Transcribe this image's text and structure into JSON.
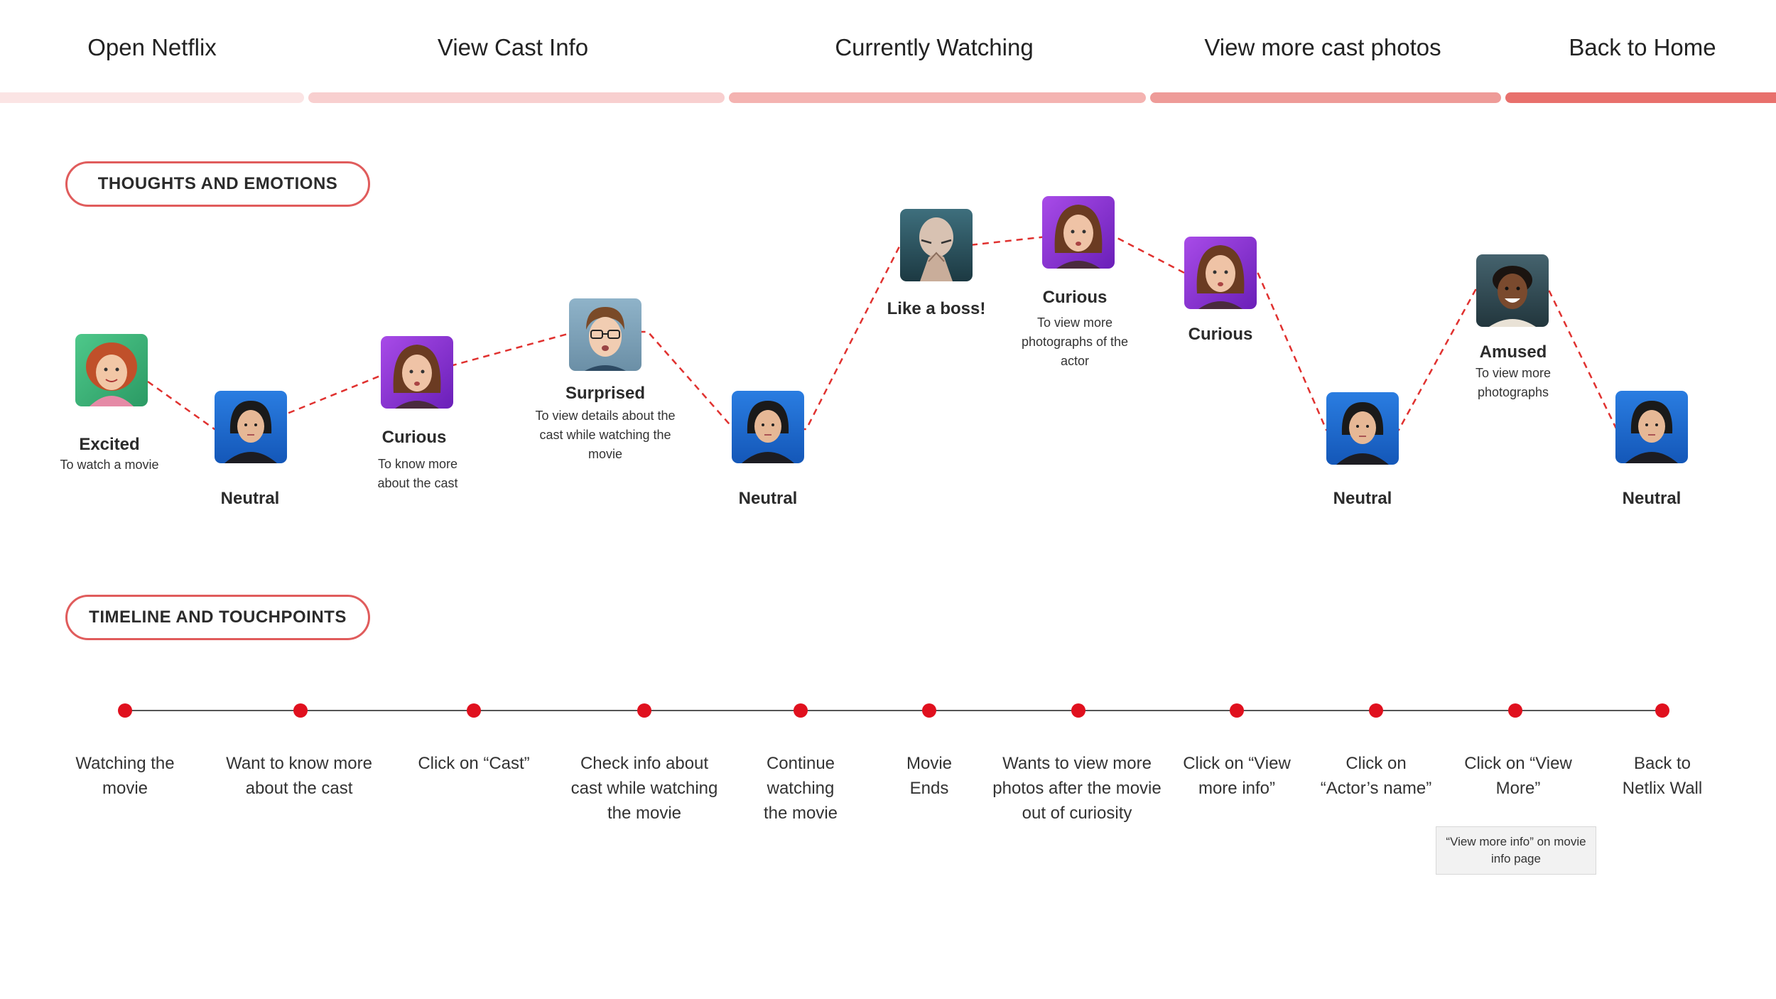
{
  "stages": [
    {
      "label": "Open Netflix",
      "color": "#fbe4e4"
    },
    {
      "label": "View Cast Info",
      "color": "#f8cfcf"
    },
    {
      "label": "Currently Watching",
      "color": "#f4b3b1"
    },
    {
      "label": "View more cast photos",
      "color": "#ee9b98"
    },
    {
      "label": "Back to Home",
      "color": "#e8706c"
    }
  ],
  "sections": {
    "thoughts": "THOUGHTS AND EMOTIONS",
    "timeline": "TIMELINE AND TOUCHPOINTS"
  },
  "emotions": [
    {
      "title": "Excited",
      "desc": "To watch a movie",
      "avatar": "red-hair-girl"
    },
    {
      "title": "Neutral",
      "desc": "",
      "avatar": "neutral-woman"
    },
    {
      "title": "Curious",
      "desc": "To know more about the cast",
      "avatar": "curious-girl"
    },
    {
      "title": "Surprised",
      "desc": "To view details about the cast while watching the movie",
      "avatar": "glasses-boy"
    },
    {
      "title": "Neutral",
      "desc": "",
      "avatar": "neutral-woman"
    },
    {
      "title": "Like a boss!",
      "desc": "",
      "avatar": "bald-man"
    },
    {
      "title": "Curious",
      "desc": "To view more photographs of the actor",
      "avatar": "curious-girl"
    },
    {
      "title": "Curious",
      "desc": "",
      "avatar": "curious-girl"
    },
    {
      "title": "Neutral",
      "desc": "",
      "avatar": "neutral-woman"
    },
    {
      "title": "Amused",
      "desc": "To view more photographs",
      "avatar": "smiling-woman"
    },
    {
      "title": "Neutral",
      "desc": "",
      "avatar": "neutral-woman"
    }
  ],
  "timeline": [
    "Watching the movie",
    "Want to know more about the cast",
    "Click on “Cast”",
    "Check info about cast while watching the movie",
    "Continue watching the movie",
    "Movie Ends",
    "Wants to view more photos after the movie out of curiosity",
    "Click on “View more info”",
    "Click on “Actor’s name”",
    "Click on “View More”",
    "Back to Netlix Wall"
  ],
  "touchpoint_note": "“View more info” on movie info page",
  "colors": {
    "accent": "#e05c5c",
    "dot": "#e0101e",
    "line": "#555555"
  }
}
